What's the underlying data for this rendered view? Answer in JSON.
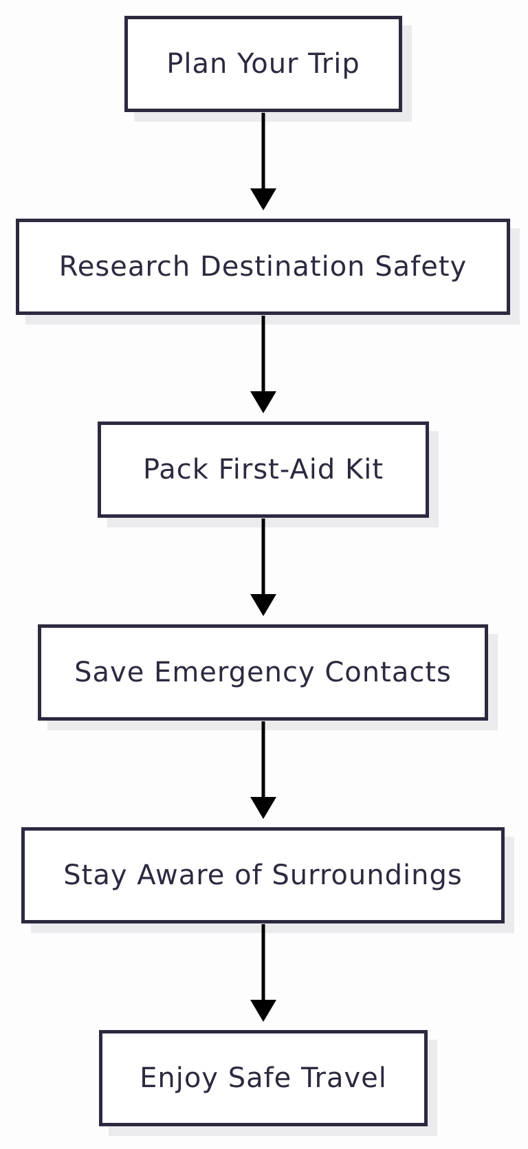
{
  "colors": {
    "node_border": "#2b2a3f",
    "node_text": "#2b2a3f",
    "node_fill": "#ffffff",
    "node_shadow": "#ebebee",
    "arrow": "#000000",
    "background": "#fdfdfd"
  },
  "flow": {
    "steps": [
      {
        "label": "Plan Your Trip"
      },
      {
        "label": "Research Destination Safety"
      },
      {
        "label": "Pack First-Aid Kit"
      },
      {
        "label": "Save Emergency Contacts"
      },
      {
        "label": "Stay Aware of Surroundings"
      },
      {
        "label": "Enjoy Safe Travel"
      }
    ]
  }
}
